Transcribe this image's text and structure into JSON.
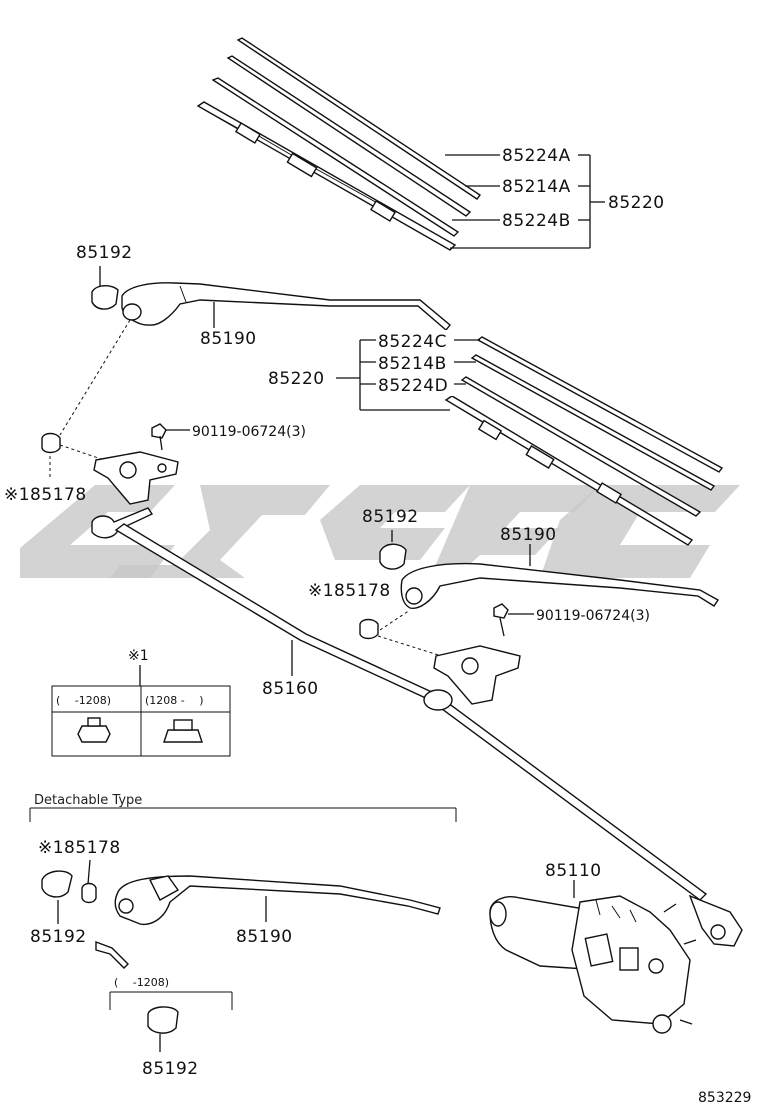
{
  "labels": {
    "p85224A": "85224A",
    "p85214A": "85214A",
    "p85224B": "85224B",
    "p85220_top": "85220",
    "p85192_a": "85192",
    "p85190_a": "85190",
    "p85224C": "85224C",
    "p85214B": "85214B",
    "p85224D": "85224D",
    "p85220_mid": "85220",
    "p90119_a": "90119-06724(3)",
    "p85178_a": "※185178",
    "p85192_b": "85192",
    "p85190_b": "85190",
    "p85178_b": "※185178",
    "p90119_b": "90119-06724(3)",
    "p85160": "85160",
    "note_mark": "※1",
    "table_col1": "(　 -1208)",
    "table_col2": "(1208 - 　)",
    "detachable": "Detachable Type",
    "p85178_c": "※185178",
    "p85110": "85110",
    "p85192_c": "85192",
    "p85190_c": "85190",
    "range_1208": "(　 -1208)",
    "p85192_d": "85192",
    "diagram_no": "853229"
  },
  "icons": [
    "wiper-blade",
    "wiper-arm",
    "wiper-link",
    "wiper-motor",
    "cap",
    "nut",
    "bolt",
    "watermark-logo"
  ]
}
